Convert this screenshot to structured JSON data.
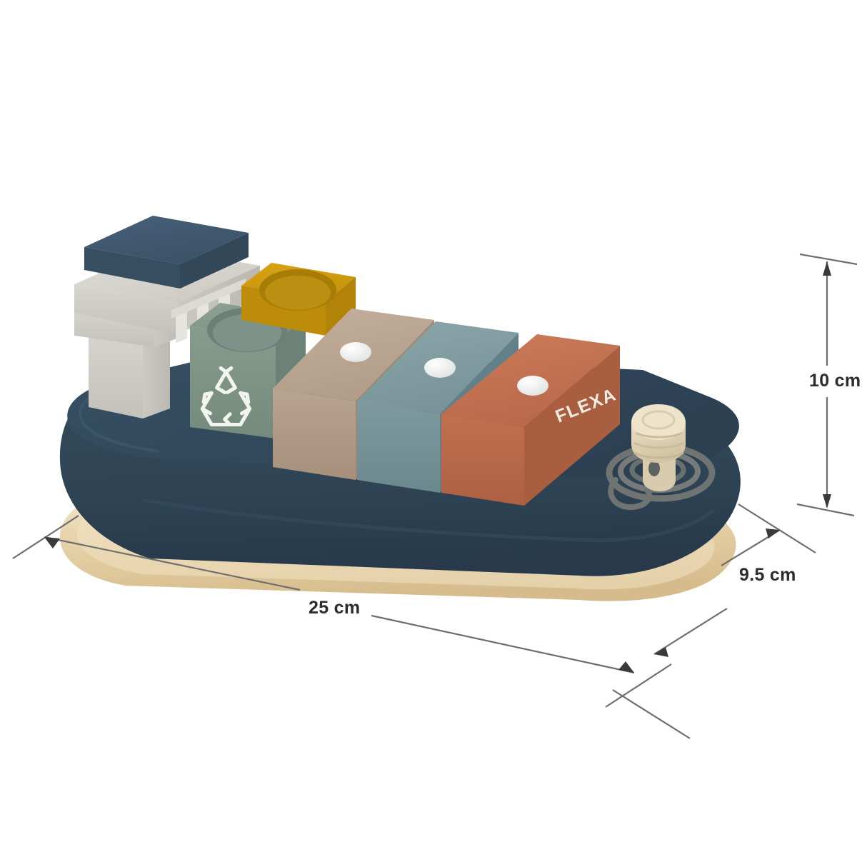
{
  "scene": {
    "background_color": "#ffffff",
    "subject": "wooden-toy-container-ship",
    "brand_text": "FLEXA"
  },
  "dimensions": {
    "length": {
      "label": "25 cm",
      "name": "length-dimension"
    },
    "height": {
      "label": "10 cm",
      "name": "height-dimension"
    },
    "depth": {
      "label": "9.5 cm",
      "name": "depth-dimension"
    }
  },
  "palette": {
    "hull_dark": "#2f4555",
    "hull_shadow": "#27394a",
    "deck": "#32495b",
    "wood_base": "#e4cfa6",
    "wood_base_light": "#efe0c1",
    "superstructure_grey": "#d4d2cc",
    "superstructure_grey_dark": "#bcbab3",
    "roof_navy": "#3d5568",
    "container_sage": "#7e9484",
    "container_yellow": "#c9960c",
    "container_taupe": "#b5a08d",
    "container_slate": "#7d9a9e",
    "container_terracotta": "#bf6e4e",
    "bollard_wood": "#e3d6ba",
    "rope_grey": "#6f7472",
    "dot_white": "#eef0ef",
    "dim_line": "#6e6e6e",
    "dim_text": "#2c2c2c"
  },
  "parts": [
    {
      "name": "hull",
      "label": "Hull",
      "color": "#2f4555"
    },
    {
      "name": "wooden-base",
      "label": "Wooden base",
      "color": "#e4cfa6"
    },
    {
      "name": "wheelhouse",
      "label": "Wheelhouse",
      "color": "#d4d2cc"
    },
    {
      "name": "bridge-roof",
      "label": "Bridge roof block",
      "color": "#3d5568"
    },
    {
      "name": "container-sage",
      "label": "Sage green container",
      "color": "#7e9484",
      "marking": "recycle-icon"
    },
    {
      "name": "container-yellow",
      "label": "Mustard yellow container",
      "color": "#c9960c",
      "marking": "none"
    },
    {
      "name": "container-taupe",
      "label": "Taupe container",
      "color": "#b5a08d",
      "marking": "white-dot"
    },
    {
      "name": "container-slate",
      "label": "Slate blue container",
      "color": "#7d9a9e",
      "marking": "white-dot"
    },
    {
      "name": "container-terracotta",
      "label": "Terracotta container",
      "color": "#bf6e4e",
      "marking": "white-dot",
      "text": "FLEXA"
    },
    {
      "name": "bollard",
      "label": "Wooden bollard",
      "color": "#e3d6ba"
    },
    {
      "name": "rope-coil",
      "label": "Coiled rope",
      "color": "#6f7472"
    }
  ]
}
